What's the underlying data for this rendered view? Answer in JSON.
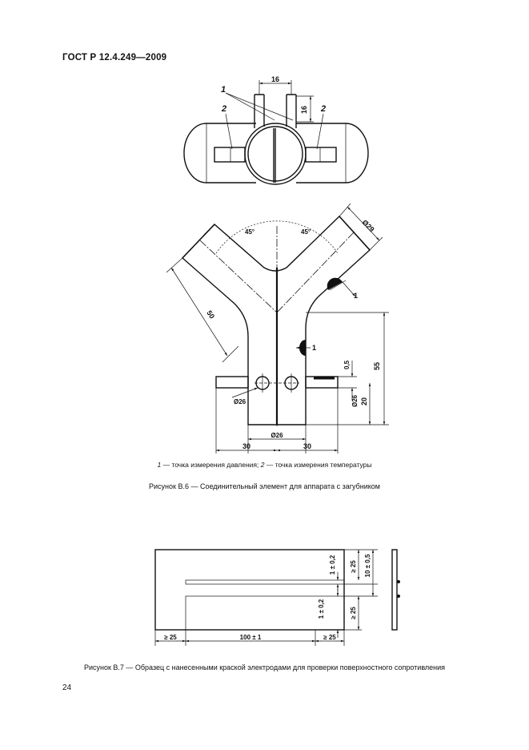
{
  "header": {
    "standard": "ГОСТ Р 12.4.249—2009"
  },
  "figure_b6": {
    "top_view": {
      "dim_width": "16",
      "dim_height": "16",
      "callout_1": "1",
      "callout_2_left": "2",
      "callout_2_right": "2"
    },
    "front_view": {
      "angle_left": "45°",
      "angle_right": "45°",
      "branch_length": "50",
      "branch_dia": "Ø29",
      "marker_upper": "1",
      "marker_lower": "1",
      "dim_05": "0,5",
      "dim_55": "55",
      "dim_20": "20",
      "dim_d26_right": "Ø26",
      "dim_d26_left": "Ø26",
      "dim_d26_bottom": "Ø26",
      "dim_30_left": "30",
      "dim_30_right": "30"
    },
    "legend": {
      "n1": "1",
      "t1": " — точка измерения давления; ",
      "n2": "2",
      "t2": " — точка измерения температуры"
    },
    "caption": "Рисунок В.6 — Соединительный элемент для аппарата с загубником"
  },
  "figure_b7": {
    "dim_top_gap": "1 ± 0,2",
    "dim_bottom_gap": "1 ± 0,2",
    "dim_top_25": "≥ 25",
    "dim_bottom_25": "≥ 25",
    "dim_width_electrode": "10 ± 0,5",
    "dim_left_25": "≥ 25",
    "dim_center_100": "100 ± 1",
    "dim_right_25": "≥ 25",
    "caption": "Рисунок В.7 — Образец с нанесенными краской электродами для проверки поверхностного сопротивления"
  },
  "footer": {
    "page_number": "24"
  }
}
